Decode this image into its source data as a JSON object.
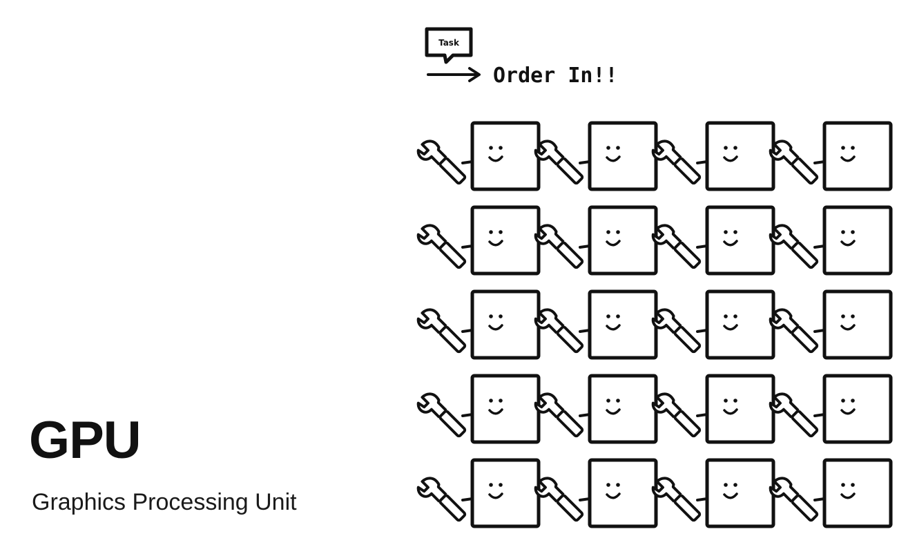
{
  "title": "GPU",
  "subtitle": "Graphics Processing Unit",
  "task_label": "Task",
  "order_text": "Order In!!",
  "grid": {
    "rows": 5,
    "columns": 4
  },
  "icons": {
    "task_bubble": "speech-bubble-icon",
    "arrow": "right-arrow-icon",
    "worker": "smiling-square-icon",
    "tool": "wrench-icon"
  },
  "colors": {
    "background": "#ffffff",
    "ink": "#111111"
  }
}
